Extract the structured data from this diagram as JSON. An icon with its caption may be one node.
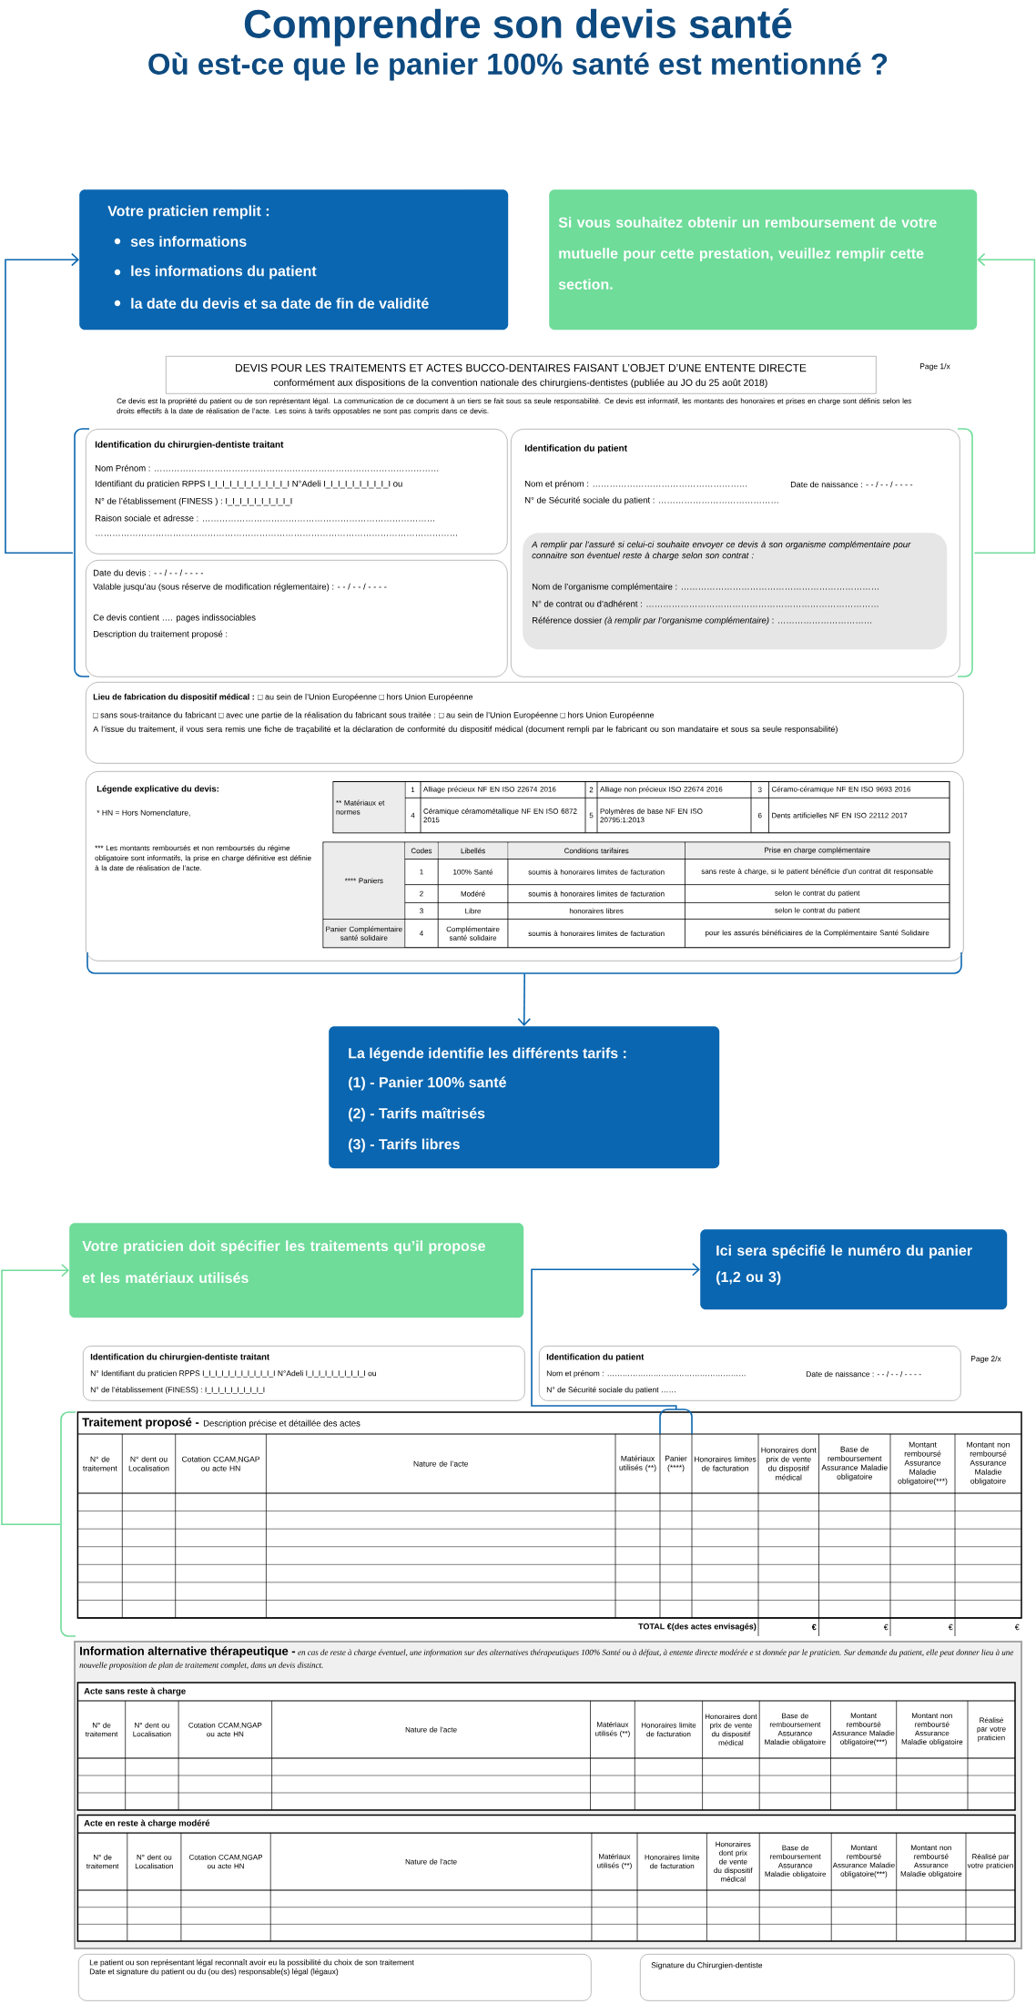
{
  "diagram": {
    "title": "Comprendre son devis santé",
    "nodes": [
      {
        "text": [
          "Votre praticien remplit :",
          "ses informations",
          "les informations du patient",
          "la date du devis et sa date de fin de validité"
        ]
      },
      {
        "text": [
          "Si vous souhaitez obtenir un remboursement de votre mutuelle pour cette prestation, veuillez remplir cette section."
        ]
      },
      {
        "text": [
          "DEVIS POUR LES TRAITEMENTS ET ACTES BUCCO-DENTAIRES FAISANT L’OBJET D’UNE ENTENTE DIRECTE",
          "conformément aux dispositions de la convention nationale des chirurgiens-dentistes (publiée au JO du 25 août 2018)"
        ]
      },
      {
        "text": [],
        "shape": "bracket"
      },
      {
        "text": [
          "Identification du chirurgien-dentiste traitant",
          "Nom Prénom : ………………………………………………………………………………………",
          "Identifiant du praticien RPPS I_I_I_I_I_I_I_I_I_I_I_I N°Adeli I_I_I_I_I_I_I_I_I_I ou",
          "N° de l’établissement (FINESS ) : I_I_I_I_I_I_I_I_I_I",
          "Raison sociale et adresse : ………………………………………………………………………",
          "………………………………………………………………………………………………………………"
        ]
      },
      {
        "text": [
          "Date du devis : - - / - - / - - - -",
          "Valable jusqu’au (sous réserve de modification réglementaire) : - - / - - / - - - -",
          "Ce devis contient …. pages indissociables",
          "Description du traitement proposé :"
        ]
      },
      {
        "text": [],
        "shape": "bracket"
      },
      {
        "text": [
          "Identification du patient",
          "Nom et prénom : ………………………………………………",
          "Date de naissance : - - / - - / - - - -",
          "N° de Sécurité sociale du patient : ……………………………………"
        ]
      },
      {
        "text": [
          "A remplir par l’assuré si celui-ci souhaite envoyer ce devis à son organisme complémentaire pour connaitre son éventuel reste à charge selon son contrat :",
          "Nom de l’organisme complémentaire : ……………………………………………………………",
          "N° de contrat ou d’adhérent : ………………………………………………………………………",
          "Référence dossier *(à remplir par l’organisme complémentaire)* : ……………………………"
        ],
        "in": 7
      },
      {
        "text": [
          "**Lieu de fabrication du dispositif médical :** □ au sein de l’Union Européenne □ hors Union Européenne",
          "□ sans sous-traitance du fabricant □ avec une partie de la réalisation du fabricant sous traitée : □ au sein de l’Union Européenne □ hors Union Européenne",
          "A l’issue du traitement, il vous sera remis une fiche de traçabilité et la déclaration de conformité du dispositif médical (document rempli par le fabricant ou son mandataire et sous sa seule responsabilité)"
        ]
      },
      {
        "text": [],
        "shape": "bracket"
      },
      {
        "text": [
          "Légende explicative du devis:",
          "* HN = Hors Nomenclature,",
          "*** Les montants remboursés et non remboursés du régime obligatoire sont informatifs, la prise en charge définitive est définie à la date de réalisation de l’acte."
        ]
      },
      {
        "text": [
          "La légende identifie les différents tarifs :",
          "(1) - Panier 100% santé",
          "(2) - Tarifs maîtrisés",
          "(3) - Tarifs libres"
        ]
      },
      {
        "text": [
          "Votre praticien doit spécifier les traitements qu’il propose et les matériaux utilisés"
        ]
      },
      {
        "text": [
          "Ici sera spécifié le numéro du panier (1,2 ou 3)"
        ]
      },
      {
        "text": [
          "Identification du chirurgien-dentiste traitant",
          "N° Identifiant du praticien RPPS I_I_I_I_I_I_I_I_I_I_I_I N°Adeli I_I_I_I_I_I_I_I_I_I ou",
          "N° de l’établissement (FINESS) : I_I_I_I_I_I_I_I_I_I"
        ]
      },
      {
        "text": [
          "Identification du patient",
          "Nom et prénom : ………………………………………………",
          "Date de naissance : - - / - - / - - - -",
          "N° de Sécurité sociale du patient ……"
        ]
      },
      {
        "text": [],
        "shape": "bracket"
      },
      {
        "text": [],
        "shape": "bracket"
      },
      {
        "text": [
          "Information alternative thérapeutique -",
          "en cas de reste à charge éventuel, une information sur des alternatives thérapeutiques 100% Santé ou à défaut, à entente directe modérée e st donnée par le praticien. Sur demande du patient, elle peut donner lieu à une nouvelle proposition de plan de traitement complet, dans un devis distinct."
        ]
      },
      {
        "text": [
          "Le patient ou son représentant légal reconnaît avoir eu la possibilité du choix de son traitement",
          "Date et signature du patient ou du (ou des) responsable(s) légal (légaux)"
        ]
      },
      {
        "text": [
          "Signature du Chirurgien-dentiste"
        ]
      }
    ],
    "edges": [
      {
        "from": 3,
        "to": 0,
        "arrow": "to",
        "color": "#0a66b0"
      },
      {
        "from": 6,
        "to": 1,
        "arrow": "to",
        "color": "#6fdc9a"
      },
      {
        "from": 10,
        "to": 12,
        "arrow": "to",
        "color": "#0a66b0"
      },
      {
        "from": 17,
        "to": 13,
        "arrow": "to",
        "color": "#6fdc9a"
      },
      {
        "from": 18,
        "to": 14,
        "arrow": "to",
        "color": "#0a66b0"
      }
    ],
    "labels": [
      "Où est-ce que le panier 100% santé est mentionné ?",
      "Page 1/x",
      "Ce devis est la propriété du patient ou de son représentant légal. La communication de ce document à un tiers se fait sous sa seule responsabilité. Ce devis est informatif, les montants des honoraires et prises en charge sont définis selon les droits effectifs à la date de réalisation de l’acte. Les soins à tarifs opposables ne sont pas compris dans ce devis.",
      "** Matériaux et normes",
      "1",
      "Alliage précieux NF EN ISO 22674 2016",
      "2",
      "Alliage non précieux ISO 22674 2016",
      "3",
      "Céramo-céramique NF EN ISO 9693 2016",
      "4",
      "Céramique céramométallique NF EN ISO 6872 2015",
      "5",
      "Polymères de base NF EN ISO 20795:1:2013",
      "6",
      "Dents artificielles NF EN ISO 22112 2017",
      "Codes",
      "Libellés",
      "Conditions tarifaires",
      "Prise en charge complémentaire",
      "**** Paniers",
      "1",
      "100% Santé",
      "soumis à honoraires limites de facturation",
      "sans reste à charge, si le patient bénéficie d’un contrat dit responsable",
      "2",
      "Modéré",
      "soumis à honoraires limites de facturation",
      "selon le contrat du patient",
      "3",
      "Libre",
      "honoraires libres",
      "selon le contrat du patient",
      "Panier Complémentaire santé solidaire",
      "4",
      "Complémentaire santé solidaire",
      "soumis à honoraires limites de facturation",
      "pour les assurés bénéficiaires de la Complémentaire Santé Solidaire",
      "Page 2/x",
      "Traitement proposé -",
      "Description précise et détaillée des actes",
      "N° de traitement",
      "N° dent ou Localisation",
      "Cotation CCAM,NGAP ou acte HN",
      "Nature de l’acte",
      "Matériaux utilisés (**)",
      "Panier (****)",
      "Honoraires limites de facturation",
      "Honoraires dont prix de vente du dispositif médical",
      "Base de remboursement Assurance Maladie obligatoire",
      "Montant remboursé Assurance Maladie obligatoire(***)",
      "Montant non remboursé Assurance Maladie obligatoire",
      "TOTAL €(des actes envisagés)",
      "€",
      "€",
      "€",
      "€",
      "Acte sans reste à charge",
      "N° de traitement",
      "N° dent ou Localisation",
      "Cotation CCAM,NGAP ou acte HN",
      "Nature de l’acte",
      "Matériaux utilisés (**)",
      "Honoraires limite de facturation",
      "Honoraires dont prix de vente du dispositif médical",
      "Base de remboursement Assurance Maladie obligatoire",
      "Montant remboursé Assurance Maladie obligatoire(***)",
      "Montant non remboursé Assurance Maladie obligatoire",
      "Réalisé par votre praticien",
      "Acte en reste à charge modéré",
      "N° de traitement",
      "N° dent ou Localisation",
      "Cotation CCAM,NGAP ou acte HN",
      "Nature de l’acte",
      "Matériaux utilisés (**)",
      "Honoraires limite de facturation",
      "Honoraires dont prix de vente du dispositif médical",
      "Base de remboursement Assurance Maladie obligatoire",
      "Montant remboursé Assurance Maladie obligatoire(***)",
      "Montant non remboursé Assurance Maladie obligatoire",
      "Réalisé par votre praticien"
    ]
  }
}
